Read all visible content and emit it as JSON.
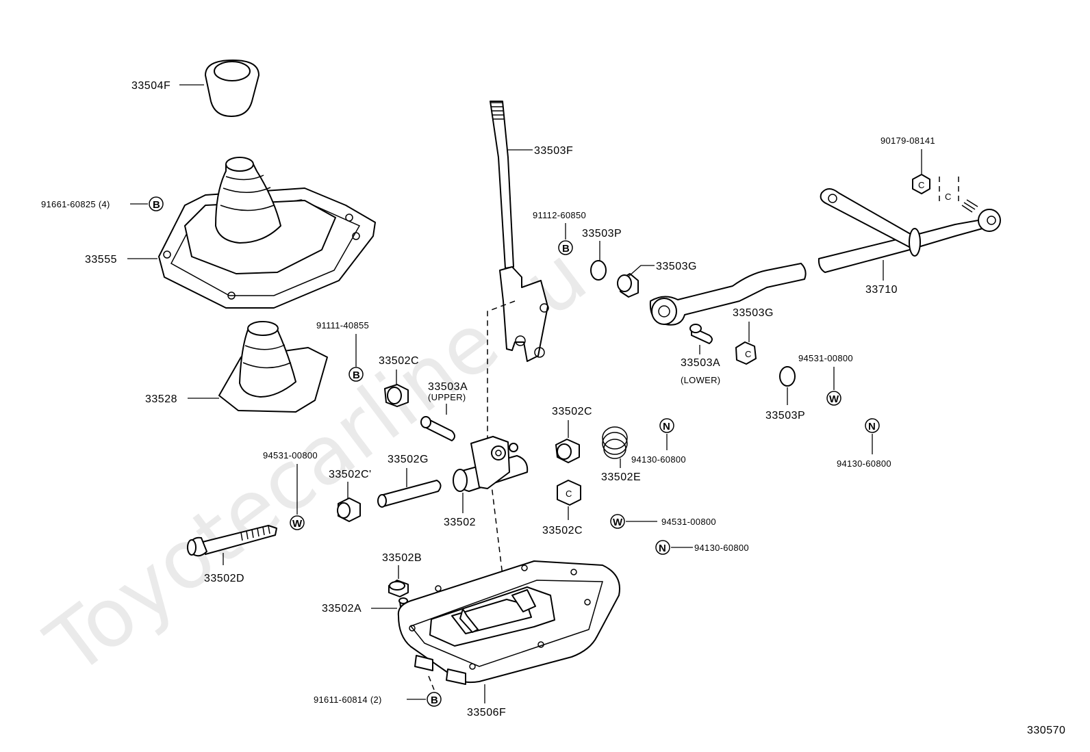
{
  "watermark": "Toyotecarline.ru",
  "figure_id": "330570",
  "parts": {
    "knob": "33504F",
    "lever": "33503F",
    "bolt_upper": "91112-60850",
    "bushing_p_upper": "33503P",
    "bushing_g_upper": "33503G",
    "nut_top": "90179-08141",
    "screw_boot": "91661-60825 (4)",
    "boot_outer": "33555",
    "boot_inner": "33528",
    "bolt_inner": "91111-40855",
    "rod": "33710",
    "bushing_g_lower": "33503G",
    "pin_lower": "33503A",
    "pin_lower_note": "(LOWER)",
    "washer_right": "94531-00800",
    "bushing_p_lower": "33503P",
    "nut_right": "94130-60800",
    "bushing_c_top": "33502C",
    "pin_upper": "33503A",
    "pin_upper_note": "(UPPER)",
    "bushing_c_mid": "33502C",
    "spring": "33502E",
    "nut_center": "94130-60800",
    "washer_left": "94531-00800",
    "bushing_c_left": "33502C'",
    "pin_g": "33502G",
    "housing": "33502",
    "bushing_c_low": "33502C",
    "washer_center": "94531-00800",
    "nut_center2": "94130-60800",
    "bolt_long": "33502D",
    "bushing_b": "33502B",
    "pin_a": "33502A",
    "retainer": "33506F",
    "screw_bottom": "91611-60814 (2)"
  },
  "symbols": {
    "bolt": "B",
    "washer": "W",
    "nut": "N"
  }
}
